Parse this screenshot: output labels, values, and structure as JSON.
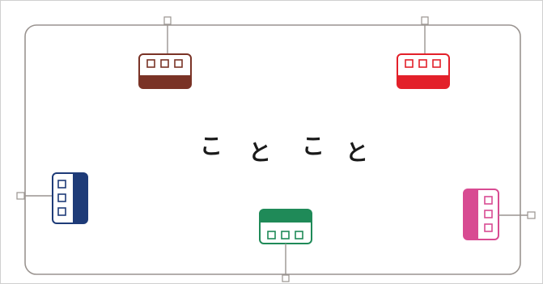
{
  "title": [
    "こ",
    "と",
    "こ",
    "と"
  ],
  "cars": [
    {
      "name": "brown",
      "color": "#7a3326"
    },
    {
      "name": "red",
      "color": "#e3202a"
    },
    {
      "name": "blue",
      "color": "#1e3b78"
    },
    {
      "name": "green",
      "color": "#1f8a58"
    },
    {
      "name": "pink",
      "color": "#d84b92"
    }
  ],
  "track_color": "#9a9490"
}
